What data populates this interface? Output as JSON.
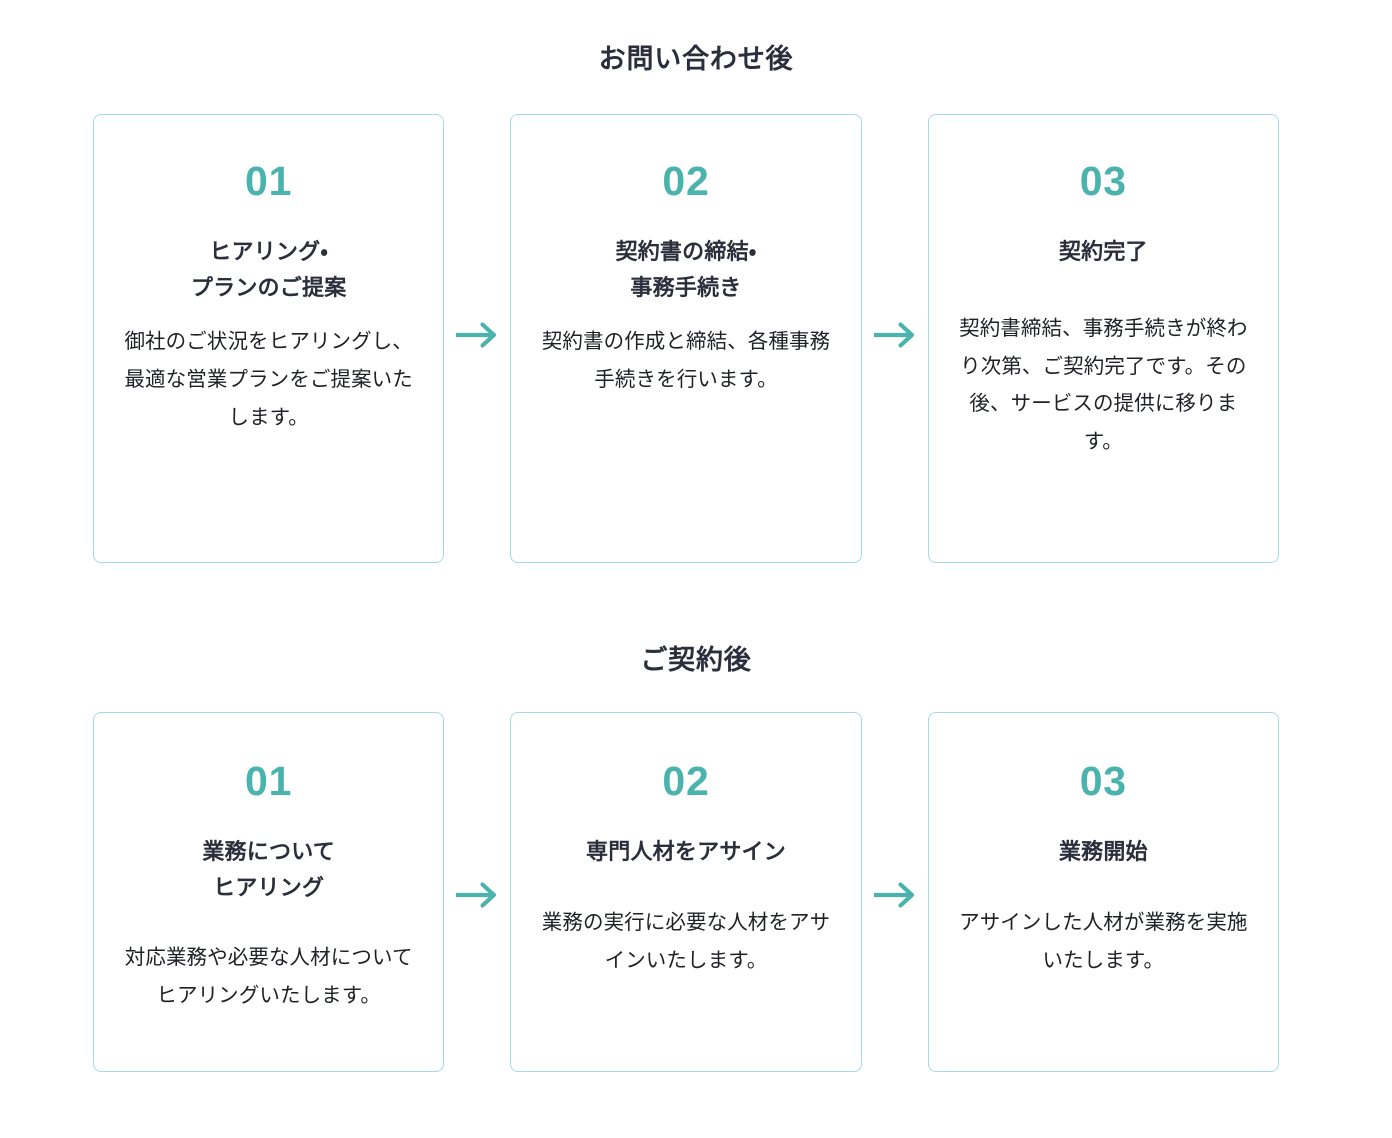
{
  "sections": [
    {
      "heading": "お問い合わせ後",
      "steps": [
        {
          "number": "01",
          "title": "ヒアリング・\nプランのご提案",
          "body": "御社のご状況をヒアリングし、最適な営業プランをご提案いたします。"
        },
        {
          "number": "02",
          "title": "契約書の締結・\n事務手続き",
          "body": "契約書の作成と締結、各種事務手続きを行います。"
        },
        {
          "number": "03",
          "title": "契約完了",
          "body": "契約書締結、事務手続きが終わり次第、ご契約完了です。その後、サービスの提供に移ります。"
        }
      ],
      "arrows": [
        "arrow-right-icon",
        "arrow-right-icon"
      ]
    },
    {
      "heading": "ご契約後",
      "steps": [
        {
          "number": "01",
          "title": "業務について\nヒアリング",
          "body": "対応業務や必要な人材についてヒアリングいたします。"
        },
        {
          "number": "02",
          "title": "専門人材をアサイン",
          "body": "業務の実行に必要な人材をアサインいたします。"
        },
        {
          "number": "03",
          "title": "業務開始",
          "body": "アサインした人材が業務を実施いたします。"
        }
      ],
      "arrows": [
        "arrow-right-icon",
        "arrow-right-icon"
      ]
    }
  ],
  "colors": {
    "accent_teal": "#4bb3ae",
    "card_border": "#a5dbe4",
    "heading_text": "#2b2e3b",
    "body_text": "#1f2126",
    "background": "#ffffff"
  }
}
